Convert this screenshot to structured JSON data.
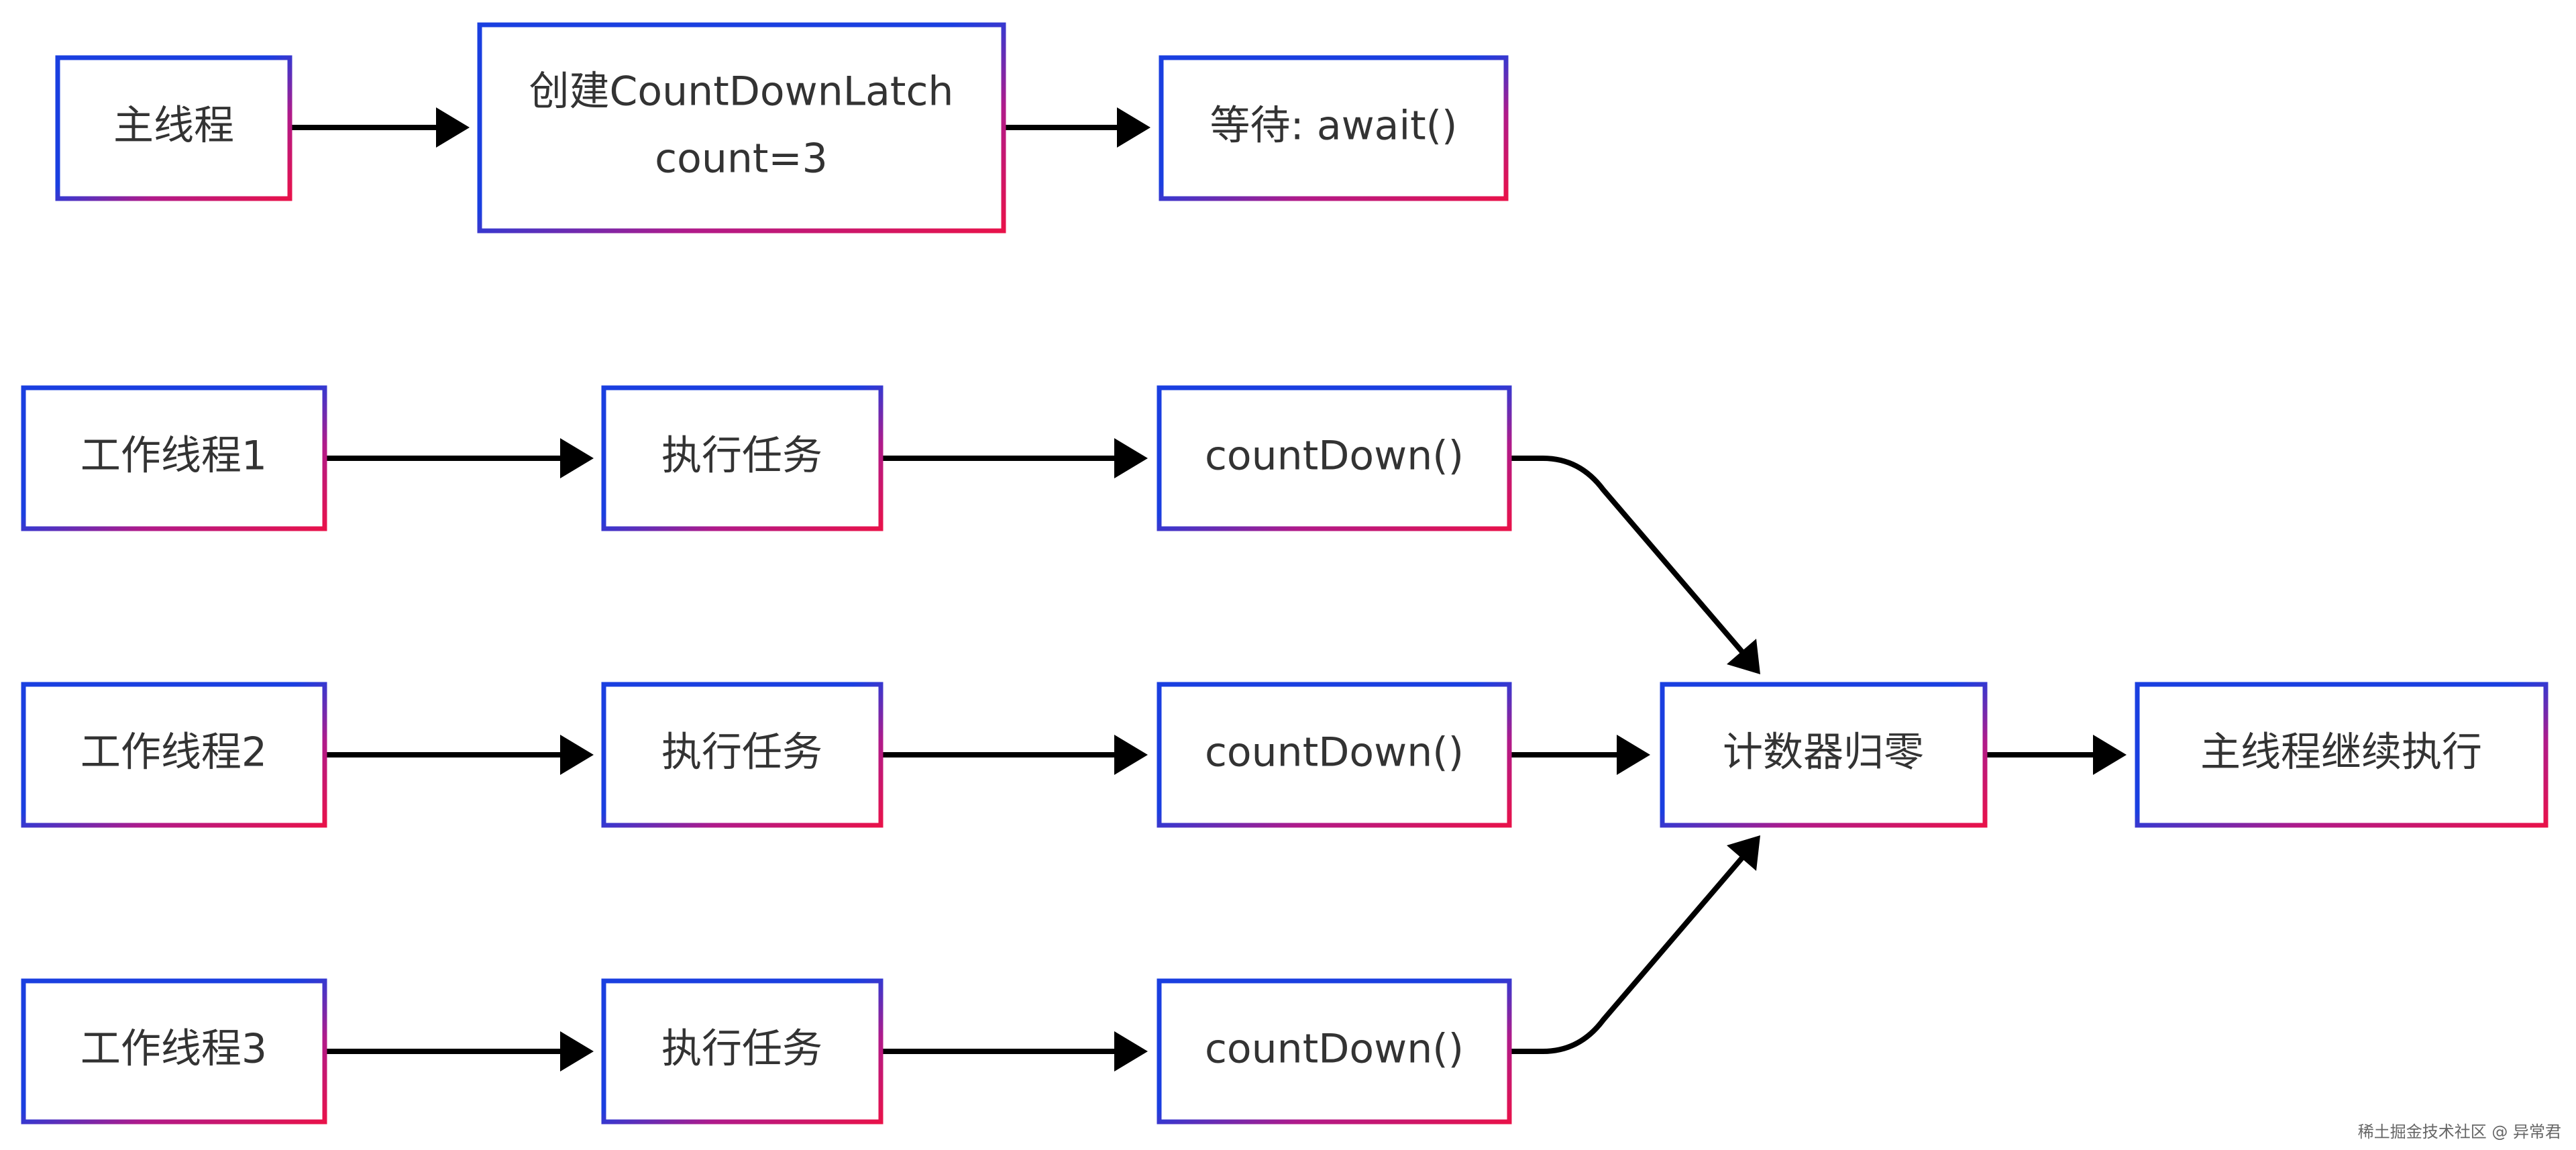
{
  "nodes": {
    "main_thread": "主线程",
    "create_latch_line1": "创建CountDownLatch",
    "create_latch_line2": "count=3",
    "wait_await": "等待: await()",
    "worker1": "工作线程1",
    "worker2": "工作线程2",
    "worker3": "工作线程3",
    "task1": "执行任务",
    "task2": "执行任务",
    "task3": "执行任务",
    "countdown1": "countDown()",
    "countdown2": "countDown()",
    "countdown3": "countDown()",
    "counter_zero": "计数器归零",
    "main_continue": "主线程继续执行"
  },
  "colors": {
    "border_start": "#1a3fe0",
    "border_end": "#e8124a",
    "arrow": "#000000",
    "text": "#333333"
  },
  "watermark": "稀土掘金技术社区 @ 异常君"
}
